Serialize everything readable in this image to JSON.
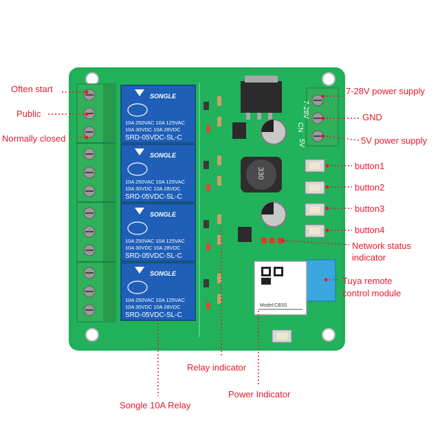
{
  "colors": {
    "label_red": "#e8192c",
    "pcb_green": "#1fae57",
    "relay_blue": "#1f5fb8",
    "terminal_green": "#2fb05a",
    "tuya_blue": "#3aa7e0"
  },
  "callouts": {
    "often_start": "Often start",
    "public": "Public",
    "normally_closed": "Normally closed",
    "power_supply_28v": "7-28V power supply",
    "gnd": "GND",
    "power_supply_5v": "5V power supply",
    "button1": "button1",
    "button2": "button2",
    "button3": "button3",
    "button4": "button4",
    "network_status_line1": "Network status",
    "network_status_line2": "indicator",
    "tuya_line1": "Tuya remote",
    "tuya_line2": "control module",
    "relay_indicator": "Relay indicator",
    "power_indicator": "Power Indicator",
    "songle_relay": "Songle 10A Relay"
  },
  "relay": {
    "brand": "SONGLE",
    "line1": "10A 250VAC  10A 125VAC",
    "line2": "10A 30VDC  10A 28VDC",
    "model": "SRD-05VDC-SL-C"
  },
  "board_silk": {
    "power_input": "7-28V",
    "cn": "CN",
    "five_v": "5V",
    "inductor": "330",
    "module_model": "Model:CB3S"
  }
}
